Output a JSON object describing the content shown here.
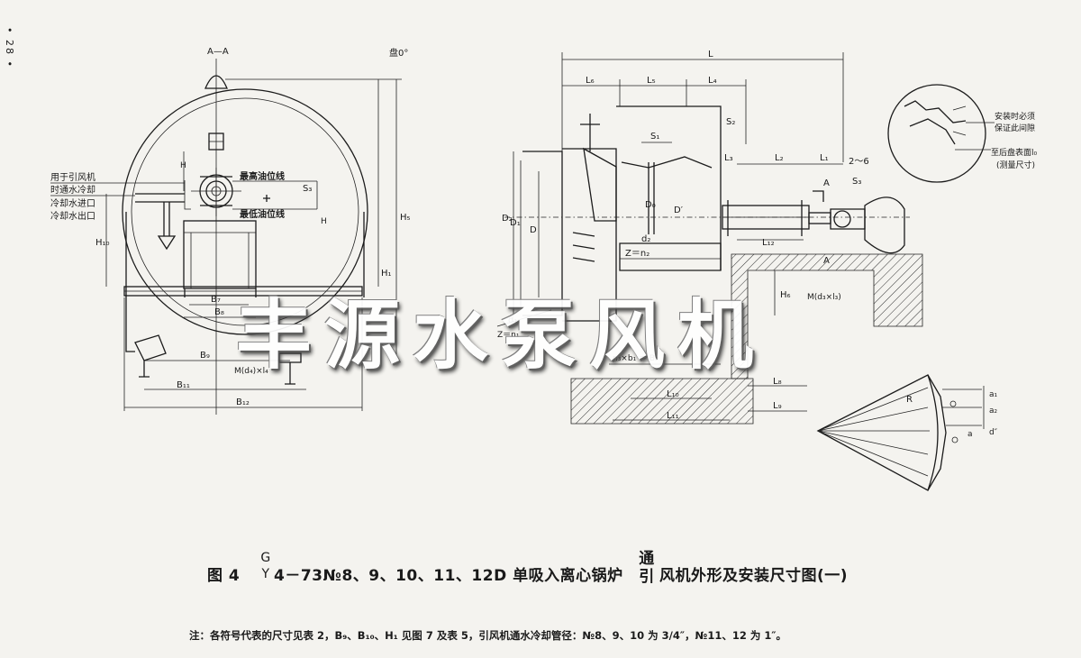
{
  "page_number": "• 28 •",
  "watermark": "丰源水泵风机",
  "caption": {
    "prefix": "图 4",
    "type_top": "G",
    "type_bottom": "Y",
    "model": "4－73№8、9、10、11、12D 单吸入离心锅炉",
    "use_top": "通",
    "use_bottom": "引",
    "rest": "风机外形及安装尺寸图(一)"
  },
  "note": "注：各符号代表的尺寸见表 2，B₉、B₁₀、H₁ 见图 7 及表 5，引风机通水冷却管径：№8、9、10 为 3/4″，№11、12 为 1″。",
  "left_view": {
    "section": "A—A",
    "angle": "盘0°",
    "legend": [
      "用于引风机",
      "时通水冷却",
      "冷却水进口",
      "冷却水出口"
    ],
    "oil_max": "最高油位线",
    "oil_min": "最低油位线",
    "dims": {
      "s3": "S₃",
      "h10": "H₁₀",
      "h1": "H₁",
      "h5": "H₅",
      "h2": "H",
      "b7": "B₇",
      "b8": "B₈",
      "b9": "B₉",
      "b11": "B₁₁",
      "b12": "B₁₂",
      "bolt": "M(d₄)×l₄",
      "h_small": "H"
    }
  },
  "right_view": {
    "dims": {
      "L": "L",
      "L6": "L₆",
      "L5": "L₅",
      "L4": "L₄",
      "S2": "S₂",
      "S1": "S₁",
      "L3": "L₃",
      "L2": "L₂",
      "L1": "L₁",
      "gap": "2～6",
      "S3": "S₃",
      "D2": "D₂",
      "D1": "D₁",
      "D": "D",
      "D0": "D₀",
      "D_prime": "D′",
      "d2": "d₂",
      "Z": "Z＝n₂",
      "L12": "L₁₂",
      "A": "A",
      "d1": "d₁",
      "Zn1": "Z＝n₁",
      "n3": "n₃×b₁ ＝ B₂",
      "H6": "H₆",
      "M": "M(d₃×l₃)",
      "L10": "L₁₀",
      "L11": "L₁₁",
      "L8": "L₈",
      "L9": "L₉"
    },
    "detail_labels": [
      "安装时必须",
      "保证此间隙",
      "至后盘表面l₀",
      "(测量尺寸)"
    ],
    "cone_labels": {
      "R": "R",
      "a1": "a₁",
      "a2": "a₂",
      "a": "a",
      "d": "d″"
    }
  }
}
